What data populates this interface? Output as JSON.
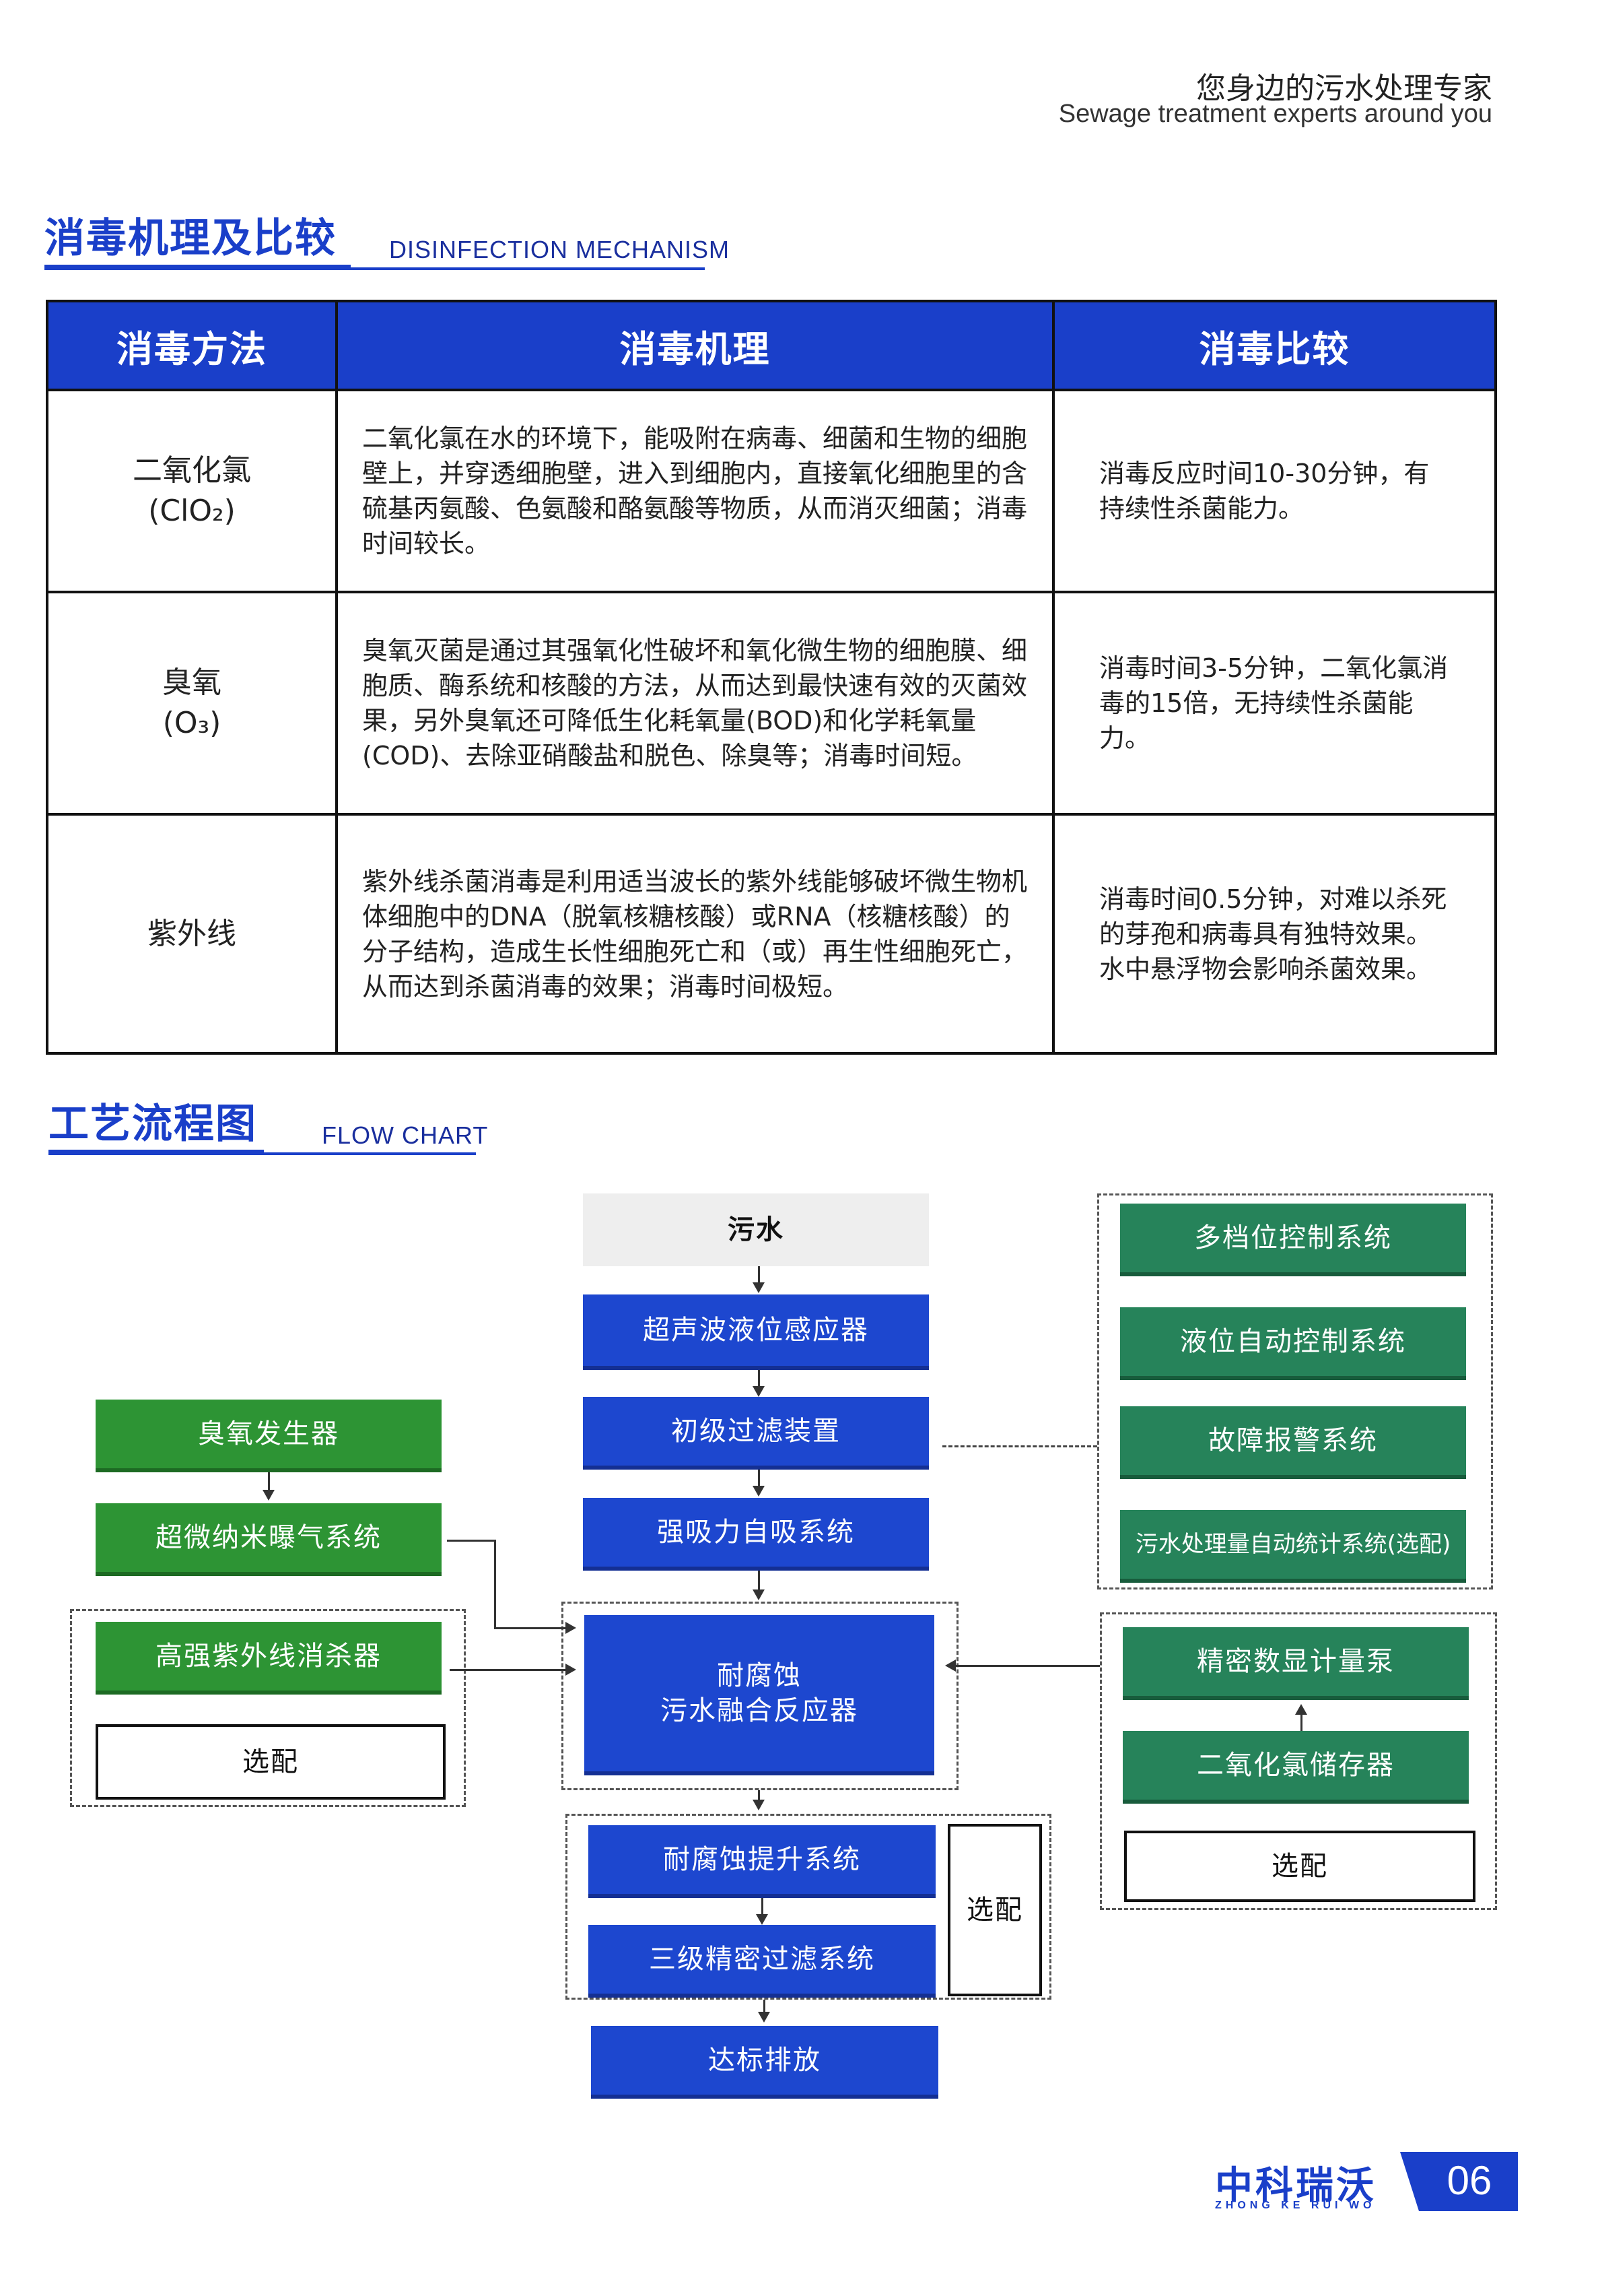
{
  "header": {
    "tagline_cn": "您身边的污水处理专家",
    "tagline_en": "Sewage treatment experts around you"
  },
  "section1": {
    "title": "消毒机理及比较",
    "subtitle": "DISINFECTION MECHANISM"
  },
  "table": {
    "headers": [
      "消毒方法",
      "消毒机理",
      "消毒比较"
    ],
    "rows": [
      {
        "method_line1": "二氧化氯",
        "method_line2": "(ClO₂)",
        "mechanism": "二氧化氯在水的环境下，能吸附在病毒、细菌和生物的细胞壁上，并穿透细胞壁，进入到细胞内，直接氧化细胞里的含硫基丙氨酸、色氨酸和酪氨酸等物质，从而消灭细菌；消毒时间较长。",
        "comparison": "消毒反应时间10-30分钟，有持续性杀菌能力。"
      },
      {
        "method_line1": "臭氧",
        "method_line2": "(O₃)",
        "mechanism": "臭氧灭菌是通过其强氧化性破坏和氧化微生物的细胞膜、细胞质、酶系统和核酸的方法，从而达到最快速有效的灭菌效果，另外臭氧还可降低生化耗氧量(BOD)和化学耗氧量(COD)、去除亚硝酸盐和脱色、除臭等；消毒时间短。",
        "comparison": "消毒时间3-5分钟，二氧化氯消毒的15倍，无持续性杀菌能力。"
      },
      {
        "method_line1": "紫外线",
        "method_line2": "",
        "mechanism": "紫外线杀菌消毒是利用适当波长的紫外线能够破坏微生物机体细胞中的DNA（脱氧核糖核酸）或RNA（核糖核酸）的分子结构，造成生长性细胞死亡和（或）再生性细胞死亡，从而达到杀菌消毒的效果；消毒时间极短。",
        "comparison": "消毒时间0.5分钟，对难以杀死的芽孢和病毒具有独特效果。水中悬浮物会影响杀菌效果。"
      }
    ]
  },
  "section2": {
    "title": "工艺流程图",
    "subtitle": "FLOW CHART"
  },
  "flow": {
    "center": {
      "sewage": "污水",
      "ultrasonic": "超声波液位感应器",
      "primary_filter": "初级过滤装置",
      "suction": "强吸力自吸系统",
      "reactor_line1": "耐腐蚀",
      "reactor_line2": "污水融合反应器",
      "lift": "耐腐蚀提升系统",
      "fine_filter": "三级精密过滤系统",
      "optional": "选配",
      "discharge": "达标排放"
    },
    "left": {
      "ozone_gen": "臭氧发生器",
      "nano_aeration": "超微纳米曝气系统",
      "uv": "高强紫外线消杀器",
      "optional": "选配"
    },
    "right_top": {
      "multi_control": "多档位控制系统",
      "level_control": "液位自动控制系统",
      "alarm": "故障报警系统",
      "stats": "污水处理量自动统计系统(选配)"
    },
    "right_bottom": {
      "pump": "精密数显计量泵",
      "clo2_storage": "二氧化氯储存器",
      "optional": "选配"
    },
    "colors": {
      "blue": "#1d47cf",
      "green": "#2d9434",
      "teal": "#26835a"
    }
  },
  "footer": {
    "logo_cn": "中科瑞沃",
    "logo_en": "ZHONG KE RUI WO",
    "page_number": "06"
  }
}
